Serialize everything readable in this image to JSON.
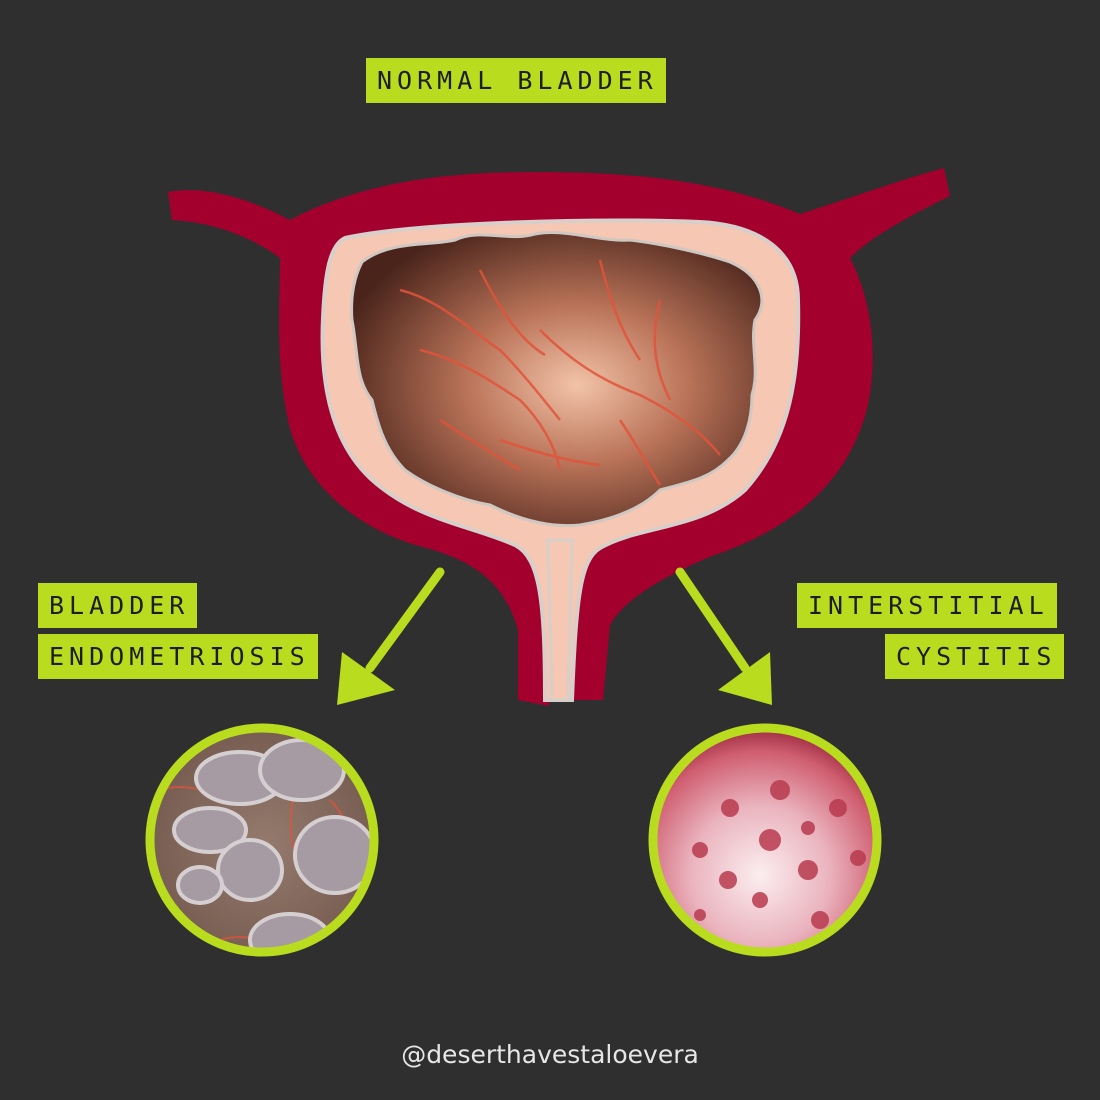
{
  "title": "NORMAL BLADDER",
  "left_label": {
    "line1": "BLADDER",
    "line2": "ENDOMETRIOSIS"
  },
  "right_label": {
    "line1": "INTERSTITIAL",
    "line2": "CYSTITIS"
  },
  "credit": "@deserthavestaloevera",
  "colors": {
    "background": "#2f2f2f",
    "accent_green": "#b9dc1f",
    "bladder_wall": "#a3002e",
    "lining": "#f6c7b3",
    "lumen": "#8a4a37",
    "endometriosis_tissue": "#8a6e62",
    "cystitis_tissue": "#d46a7b"
  },
  "icons": [
    "bladder-illustration",
    "endometriosis-closeup",
    "interstitial-cystitis-closeup",
    "arrow-down-left",
    "arrow-down-right"
  ]
}
